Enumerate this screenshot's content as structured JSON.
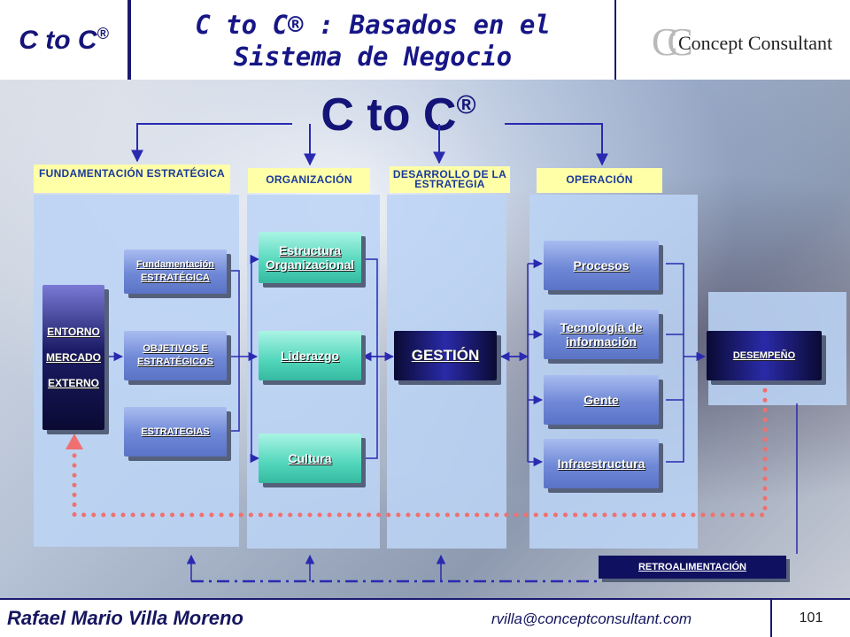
{
  "header": {
    "brand": "C to C",
    "brand_mark": "®",
    "title_line1": "C to C® : Basados en el",
    "title_line2": "Sistema de Negocio",
    "logo_initials": "CC",
    "logo_text": "Concept Consultant"
  },
  "diagram": {
    "main_title": "C to C",
    "main_title_mark": "®",
    "columns": {
      "fundamentacion": "FUNDAMENTACIÓN ESTRATÉGICA",
      "organizacion": "ORGANIZACIÓN",
      "desarrollo": "DESARROLLO DE LA ESTRATEGIA",
      "operacion": "OPERACIÓN"
    },
    "entorno": {
      "line1": "ENTORNO",
      "line2": "MERCADO",
      "line3": "EXTERNO"
    },
    "fundamentacion_items": {
      "f1": "Fundamentación\nESTRATÉGICA",
      "f2": "OBJETIVOS E\nESTRATÉGICOS",
      "f3": "ESTRATEGIAS"
    },
    "organizacion_items": {
      "o1": "Estructura\nOrganizacional",
      "o2": "Liderazgo",
      "o3": "Cultura"
    },
    "gestion": "GESTIÓN",
    "operacion_items": {
      "p1": "Procesos",
      "p2": "Tecnología de\ninformación",
      "p3": "Gente",
      "p4": "Infraestructura"
    },
    "desempeno": "DESEMPEÑO",
    "retroalimentacion": "RETROALIMENTACIÓN"
  },
  "footer": {
    "author": "Rafael Mario Villa Moreno",
    "email": "rvilla@conceptconsultant.com",
    "page": "101"
  },
  "colors": {
    "navy": "#141478",
    "panel": "#bcd4f5",
    "header_yellow": "#ffffa8",
    "feedback_dots": "#f07070"
  }
}
